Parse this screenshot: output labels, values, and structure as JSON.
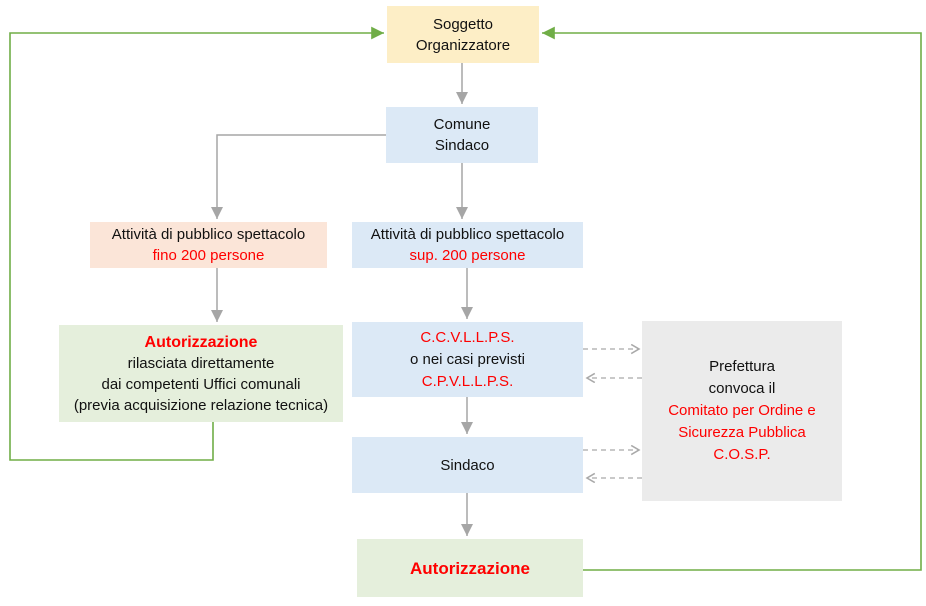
{
  "diagram": {
    "language": "it",
    "topic": "Iter autorizzazione pubblico spettacolo"
  },
  "colors": {
    "yellow_fill": "#fdeec6",
    "blue_fill": "#dce9f6",
    "pink_fill": "#fbe5d8",
    "green_fill": "#e5efdc",
    "gray_fill": "#ebebeb",
    "red_text": "#ff0000",
    "green_connector": "#70ad47",
    "gray_connector": "#a6a6a6"
  },
  "nodes": {
    "soggetto": {
      "line1": "Soggetto",
      "line2": "Organizzatore"
    },
    "comune": {
      "line1": "Comune",
      "line2": "Sindaco"
    },
    "attivita_fino": {
      "line1": "Attività di pubblico spettacolo",
      "line2": "fino 200 persone"
    },
    "attivita_sup": {
      "line1": "Attività di pubblico spettacolo",
      "line2": "sup. 200 persone"
    },
    "autorizzazione_diretta": {
      "line1": "Autorizzazione",
      "line2": "rilasciata direttamente",
      "line3": "dai competenti Uffici comunali",
      "line4": "(previa acquisizione relazione tecnica)"
    },
    "commissione": {
      "line1": "C.C.V.L.L.P.S.",
      "line2": "o nei casi previsti",
      "line3": "C.P.V.L.L.P.S."
    },
    "prefettura": {
      "line1": "Prefettura",
      "line2": "convoca il",
      "line3": "Comitato per Ordine e",
      "line4": "Sicurezza Pubblica",
      "line5": "C.O.S.P."
    },
    "sindaco": {
      "label": "Sindaco"
    },
    "autorizzazione_finale": {
      "label": "Autorizzazione"
    }
  }
}
